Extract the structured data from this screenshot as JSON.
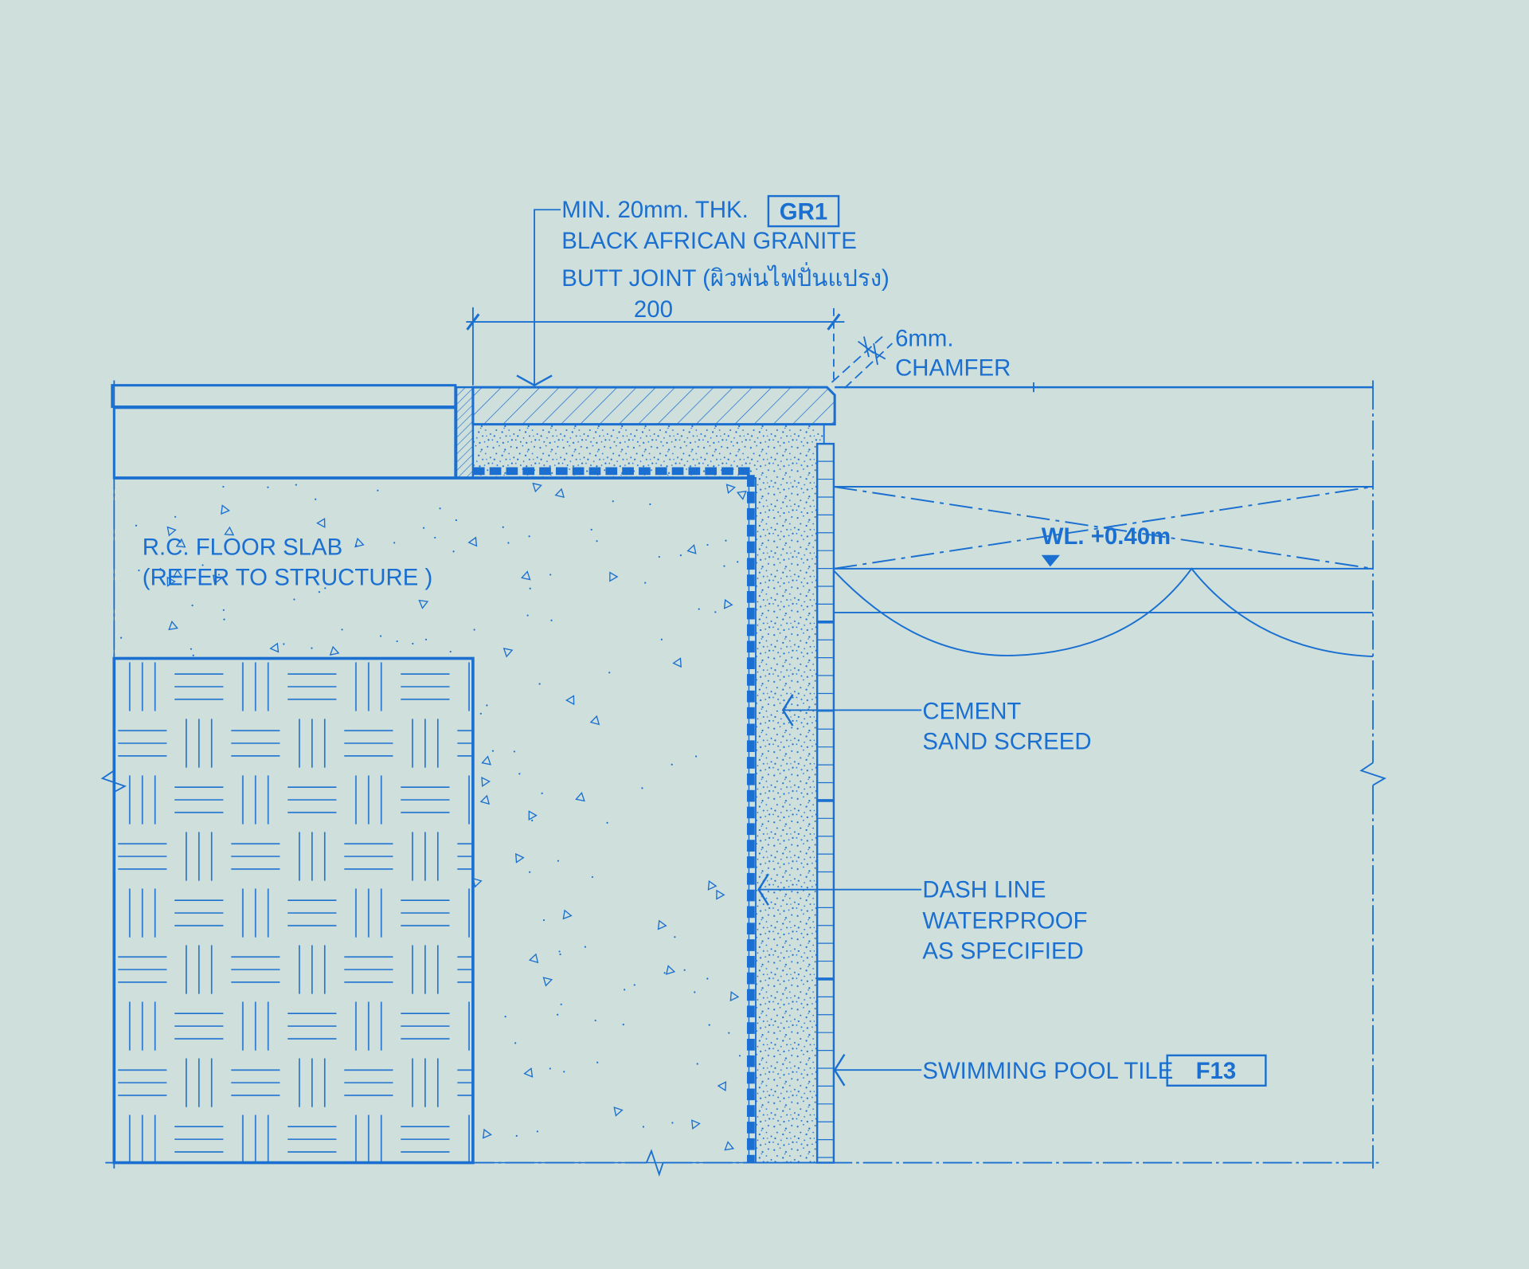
{
  "annotations": {
    "granite": {
      "line1": "MIN. 20mm. THK.",
      "tag": "GR1",
      "line2": "BLACK AFRICAN GRANITE",
      "line3": "BUTT JOINT (ผิวพ่นไฟปั่นแปรง)"
    },
    "dimension": "200",
    "chamfer": {
      "line1": "6mm.",
      "line2": "CHAMFER"
    },
    "water_level": "WL. +0.40m",
    "slab": {
      "line1": "R.C. FLOOR SLAB",
      "line2": "(REFER TO STRUCTURE )"
    },
    "screed": {
      "line1": "CEMENT",
      "line2": "SAND SCREED"
    },
    "waterproof": {
      "line1": "DASH LINE",
      "line2": "WATERPROOF",
      "line3": "AS SPECIFIED"
    },
    "tile": {
      "label": "SWIMMING POOL TILE",
      "tag": "F13"
    }
  },
  "colors": {
    "ink": "#1a6fd0",
    "paper": "#cfe0dc"
  }
}
